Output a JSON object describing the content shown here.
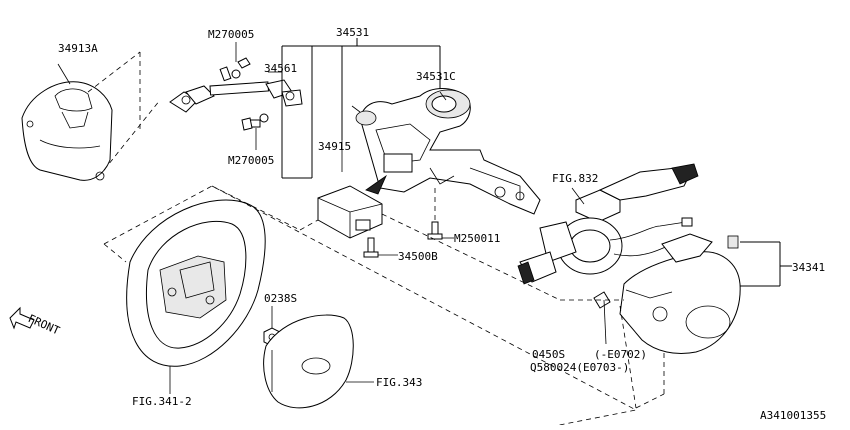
{
  "labels": {
    "p34913A": "34913A",
    "pM270005_top": "M270005",
    "p34531": "34531",
    "p34561": "34561",
    "p34531C": "34531C",
    "pM270005_bottom": "M270005",
    "p34915": "34915",
    "pFIG832": "FIG.832",
    "pM250011": "M250011",
    "p34500B": "34500B",
    "p34341": "34341",
    "p0238S": "0238S",
    "pFRONT": "FRONT",
    "p0450S": "0450S",
    "pE0702": "(-E0702)",
    "pQ580024": "Q580024(E0703-)",
    "pFIG343": "FIG.343",
    "pFIG3412": "FIG.341-2",
    "pDiagramId": "A341001355"
  }
}
